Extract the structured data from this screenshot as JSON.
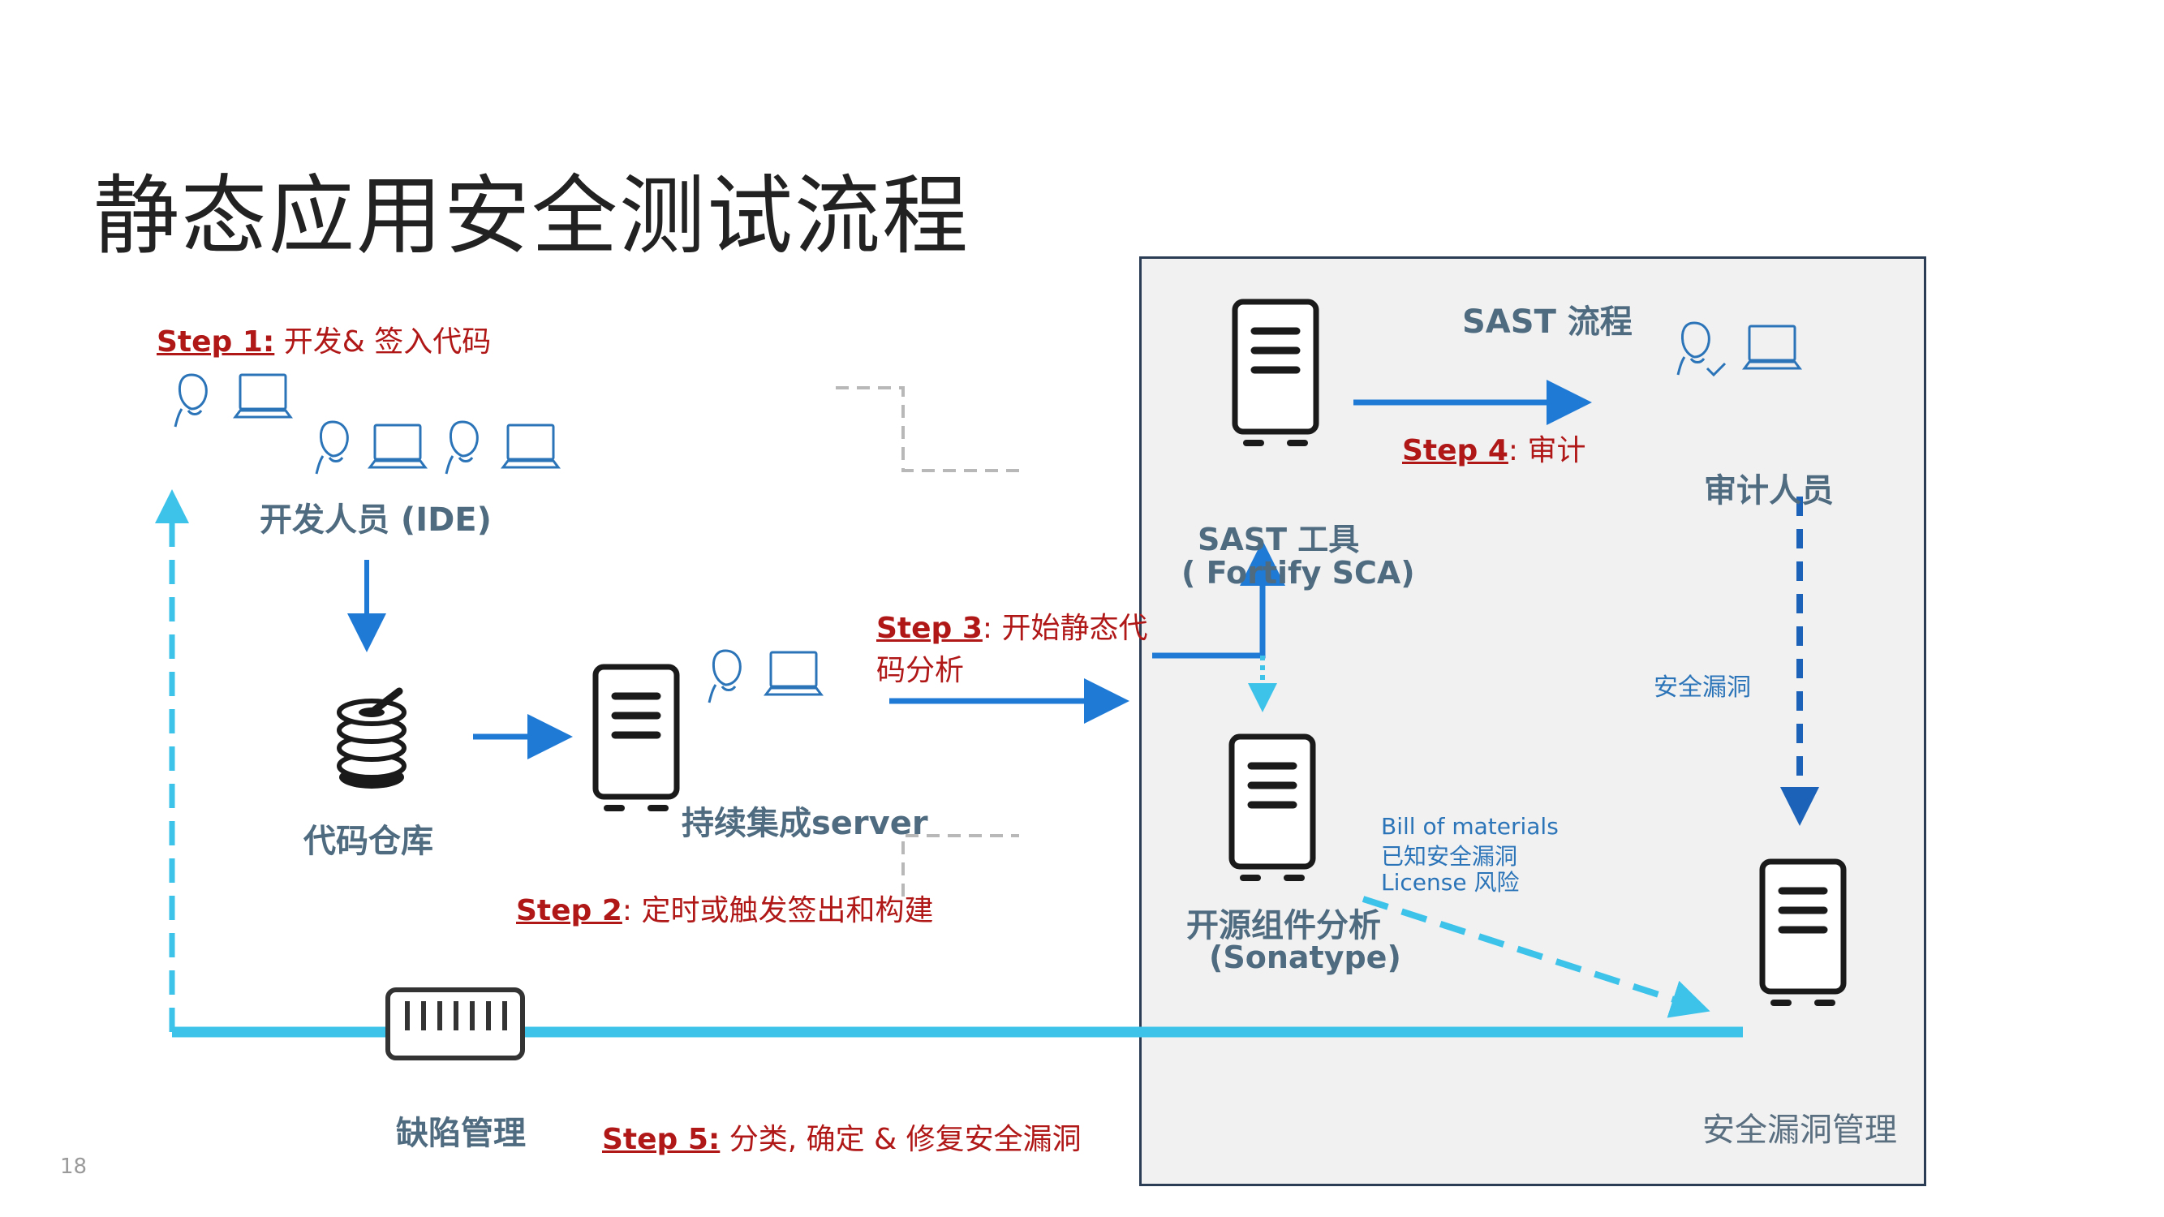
{
  "title": "静态应用安全测试流程",
  "page_number": "18",
  "steps": {
    "step1": {
      "key": "Step 1:",
      "text": " 开发& 签入代码"
    },
    "step2": {
      "key": "Step 2",
      "text": ": 定时或触发签出和构建"
    },
    "step3": {
      "key": "Step 3",
      "text": ": 开始静态代",
      "text2": "码分析"
    },
    "step4": {
      "key": "Step 4",
      "text": ":  审计"
    },
    "step5": {
      "key": "Step 5:",
      "text": " 分类, 确定 & 修复安全漏洞"
    }
  },
  "nodes": {
    "developers": "开发人员 (IDE)",
    "code_repo": "代码仓库",
    "ci_server": "持续集成server",
    "sast_tool": "SAST 工具",
    "sast_tool_sub": "( Fortify SCA)",
    "sast_flow": "SAST 流程",
    "auditor": "审计人员",
    "security_vuln": "安全漏洞",
    "bom_line1": "Bill of materials",
    "bom_line2": "已知安全漏洞",
    "bom_line3": "License 风险",
    "oss_analysis": "开源组件分析",
    "oss_analysis_sub": "(Sonatype)",
    "defect_mgmt": "缺陷管理",
    "vuln_mgmt": "安全漏洞管理"
  },
  "icons": [
    "user-icon",
    "laptop-icon",
    "server-icon",
    "database-icon",
    "barcode-icon"
  ],
  "colors": {
    "accent_blue": "#1f7ad6",
    "light_blue": "#3dc2ea",
    "dark_blue_dashed": "#1b62b8",
    "step_red": "#b01818",
    "icon_blue": "#2b74b8",
    "panel_bg": "#f1f1f2",
    "panel_border": "#2b3d55"
  }
}
